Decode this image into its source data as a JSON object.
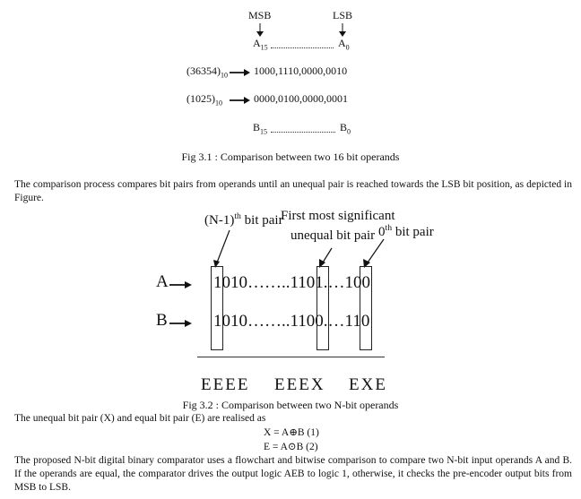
{
  "fig1": {
    "msb": "MSB",
    "lsb": "LSB",
    "a_hi": "A",
    "a_hi_sub": "15",
    "a_lo": "A",
    "a_lo_sub": "0",
    "row1_num": "(36354)",
    "row1_base": "10",
    "row1_bits": "1000,1110,0000,0010",
    "row2_num": "(1025)",
    "row2_base": "10",
    "row2_bits": "0000,0100,0000,0001",
    "b_hi": "B",
    "b_hi_sub": "15",
    "b_lo": "B",
    "b_lo_sub": "0",
    "caption": "Fig 3.1 : Comparison between two 16 bit operands"
  },
  "para1": "The comparison process compares bit pairs from operands until an unequal pair is reached towards the LSB bit position, as depicted in Figure.",
  "fig2": {
    "label_n1": "(N-1)",
    "label_n1_sup": "th",
    "label_n1_tail": " bit pair",
    "label_first_line1": "First most significant",
    "label_first_line2": "unequal  bit pair",
    "label_zero": "0",
    "label_zero_sup": "th",
    "label_zero_tail": " bit pair",
    "row_a_label": "A",
    "row_b_label": "B",
    "row_a_bits": "1010……..1101.…100",
    "row_b_bits": "1010……..1100.…110",
    "eq_groups": [
      "EEEE",
      "EEEX",
      "EXE"
    ],
    "caption": "Fig 3.2 : Comparison between two N-bit operands"
  },
  "para2": "The unequal bit pair (X) and equal bit pair (E) are realised as",
  "equations": {
    "eq1": "X = A⊕B  (1)",
    "eq2": "E = A⊙B  (2)"
  },
  "para3": "The proposed N-bit digital binary comparator uses a flowchart and bitwise comparison to compare two N-bit input operands A and B. If the operands are equal, the comparator drives the output logic AEB to logic 1, otherwise, it checks the pre-encoder output bits from MSB to LSB."
}
